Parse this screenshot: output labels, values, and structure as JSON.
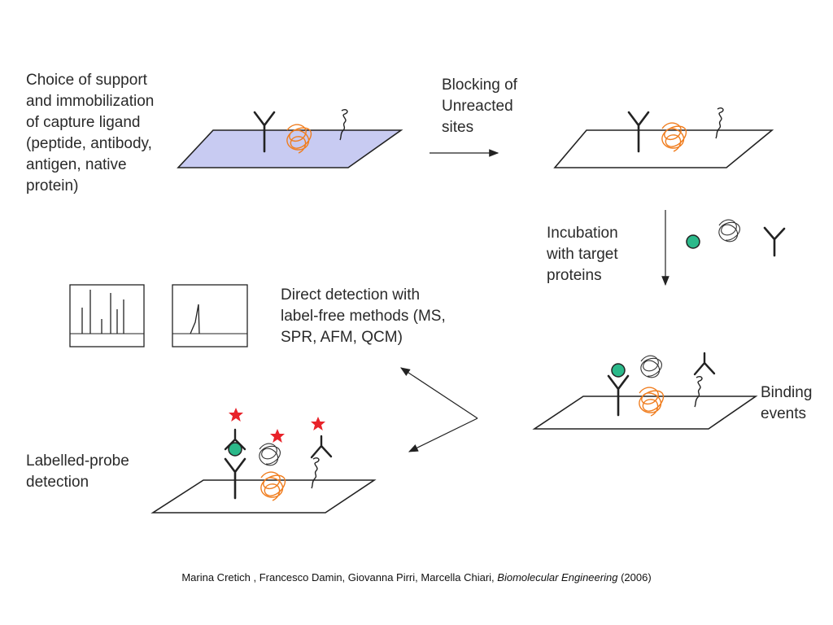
{
  "labels": {
    "step1": "Choice of support\nand immobilization\nof capture ligand\n(peptide, antibody,\nantigen, native\nprotein)",
    "step2": "Blocking of\nUnreacted\nsites",
    "step3": "Incubation\nwith target\nproteins",
    "step4": "Binding\nevents",
    "step5": "Direct detection with\nlabel-free methods (MS,\nSPR, AFM, QCM)",
    "step6": "Labelled-probe\ndetection"
  },
  "citation": {
    "authors": "Marina Cretich , Francesco Damin, Giovanna Pirri, Marcella Chiari, ",
    "journal": "Biomolecular Engineering",
    "year": " (2006)"
  },
  "colors": {
    "support_fill": "#c8cbf2",
    "protein": "#f07d1e",
    "target": "#2bb98a",
    "label_star": "#e8232a"
  }
}
